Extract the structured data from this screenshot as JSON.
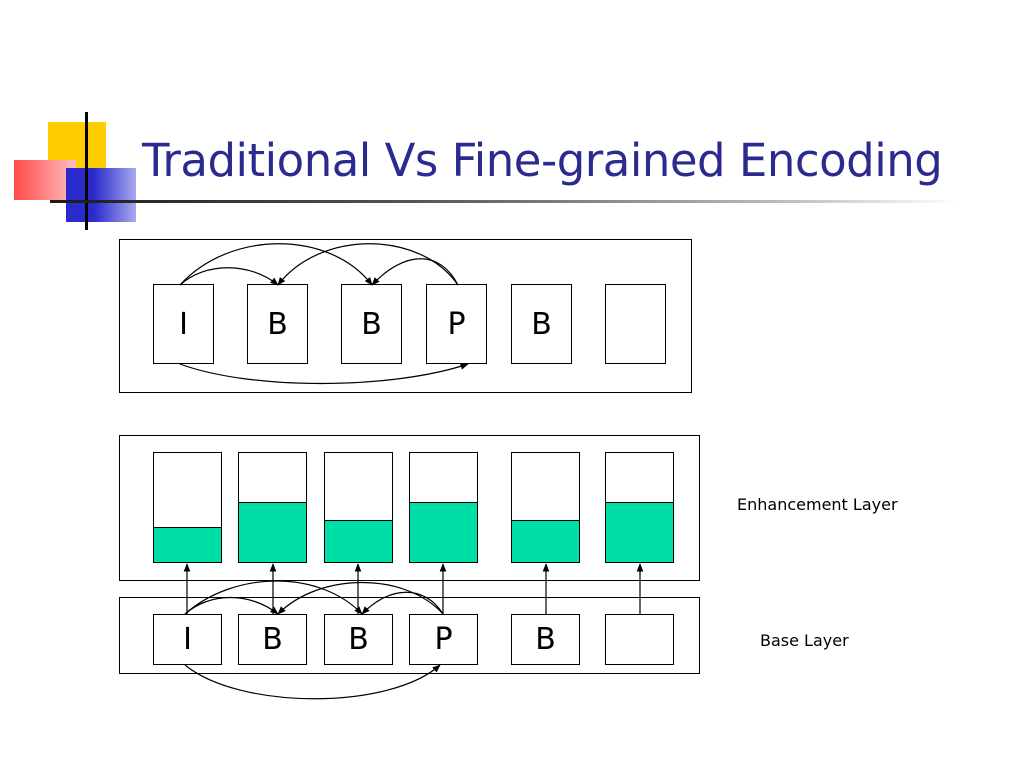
{
  "slide": {
    "title": "Traditional Vs Fine-grained Encoding"
  },
  "logo": {
    "colors": {
      "yellow": "#ffcc00",
      "red": "#ff4a4a",
      "blue": "#2b2bcc"
    }
  },
  "traditional": {
    "frames": [
      {
        "label": "I"
      },
      {
        "label": "B"
      },
      {
        "label": "B"
      },
      {
        "label": "P"
      },
      {
        "label": "B"
      },
      {
        "label": ""
      }
    ]
  },
  "fine_grained": {
    "enhancement_layer": {
      "label": "Enhancement Layer",
      "fill_levels": [
        0.31,
        0.54,
        0.38,
        0.54,
        0.38,
        0.54
      ],
      "fill_color": "#00dea8"
    },
    "base_layer": {
      "label": "Base Layer",
      "frames": [
        {
          "label": "I"
        },
        {
          "label": "B"
        },
        {
          "label": "B"
        },
        {
          "label": "P"
        },
        {
          "label": "B"
        },
        {
          "label": ""
        }
      ]
    }
  },
  "colors": {
    "title": "#2b2b8f",
    "fill": "#00dea8",
    "line": "#000000"
  }
}
